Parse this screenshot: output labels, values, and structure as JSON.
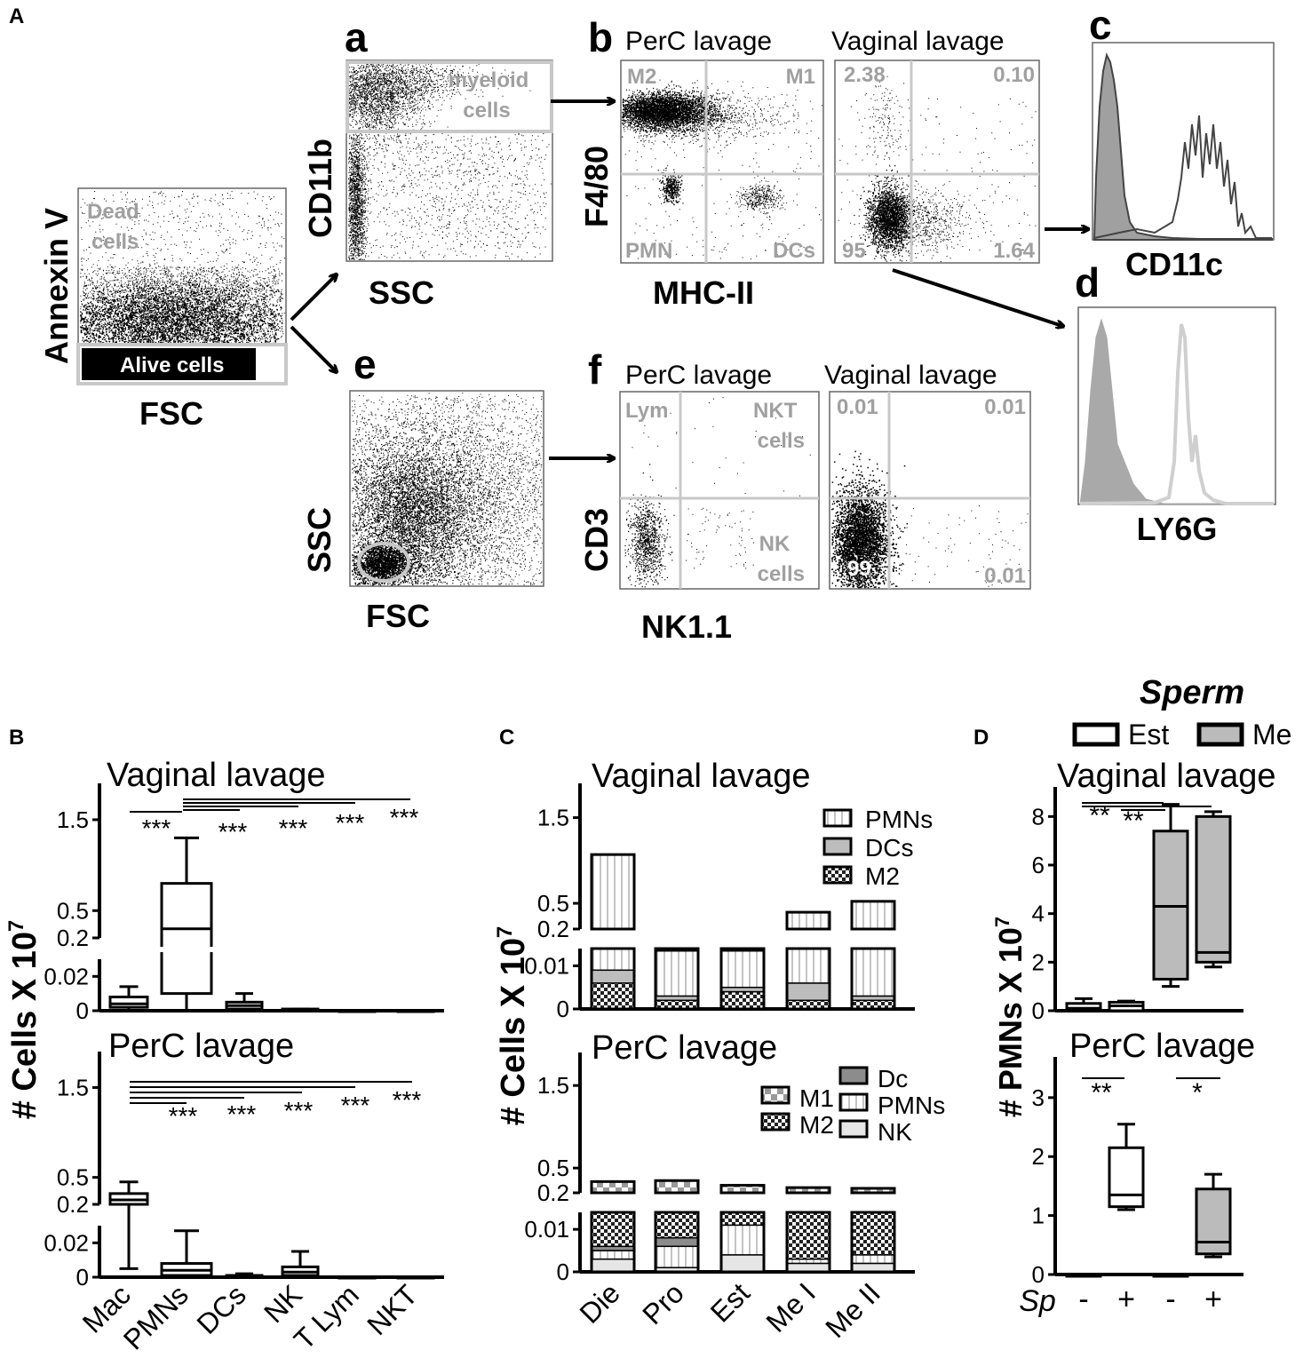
{
  "panel_letters": {
    "A": "A",
    "a": "a",
    "b": "b",
    "c": "c",
    "d": "d",
    "e": "e",
    "f": "f",
    "B": "B",
    "C": "C",
    "D": "D"
  },
  "flow": {
    "initial_plot": {
      "ylabel": "Annexin V",
      "xlabel": "FSC",
      "gate_dead": [
        "Dead",
        "cells"
      ],
      "gate_alive": "Alive cells"
    },
    "plot_a": {
      "ylabel": "CD11b",
      "xlabel": "SSC",
      "gate": [
        "myeloid",
        "cells"
      ]
    },
    "plot_b": {
      "left_title": "PerC lavage",
      "right_title": "Vaginal lavage",
      "ylabel": "F4/80",
      "xlabel": "MHC-II",
      "left_quadrants": [
        "M2",
        "M1",
        "PMN",
        "DCs"
      ],
      "right_quadrants": [
        "2.38",
        "0.10",
        "95",
        "1.64"
      ]
    },
    "plot_c": {
      "xlabel": "CD11c"
    },
    "plot_d": {
      "xlabel": "LY6G"
    },
    "plot_e": {
      "ylabel": "SSC",
      "xlabel": "FSC"
    },
    "plot_f": {
      "left_title": "PerC lavage",
      "right_title": "Vaginal lavage",
      "ylabel": "CD3",
      "xlabel": "NK1.1",
      "left_quadrants": [
        "Lym",
        "NKT cells",
        "NK cells"
      ],
      "right_quadrants": [
        "0.01",
        "0.01",
        "99",
        "0.01"
      ]
    }
  },
  "chart_data": [
    {
      "id": "B",
      "type": "box",
      "ylabel": "# Cells X 10",
      "ylabel_exponent": "7",
      "categories": [
        "Mac",
        "PMNs",
        "DCs",
        "NK",
        "T Lym",
        "NKT"
      ],
      "subplots": [
        {
          "title": "Vaginal lavage",
          "significance": [
            "***",
            "***",
            "***",
            "***",
            "***"
          ],
          "ticks": [
            "1.5",
            "0.5",
            "0.2",
            "0.02",
            "0"
          ],
          "boxes": [
            {
              "category": "Mac",
              "min": 0,
              "q1": 0.002,
              "median": 0.004,
              "q3": 0.008,
              "max": 0.014
            },
            {
              "category": "PMNs",
              "min": 0,
              "q1": 0.01,
              "median": 0.3,
              "q3": 0.8,
              "max": 1.3
            },
            {
              "category": "DCs",
              "min": 0,
              "q1": 0.001,
              "median": 0.003,
              "q3": 0.005,
              "max": 0.01
            },
            {
              "category": "NK",
              "min": 0,
              "q1": 0,
              "median": 0.0005,
              "q3": 0.001,
              "max": 0.001
            },
            {
              "category": "T Lym",
              "min": 0,
              "q1": 0,
              "median": 0,
              "q3": 0,
              "max": 0
            },
            {
              "category": "NKT",
              "min": 0,
              "q1": 0,
              "median": 0,
              "q3": 0,
              "max": 0
            }
          ]
        },
        {
          "title": "PerC lavage",
          "significance": [
            "***",
            "***",
            "***",
            "***",
            "***"
          ],
          "ticks": [
            "1.5",
            "0.5",
            "0.2",
            "0.02",
            "0"
          ],
          "boxes": [
            {
              "category": "Mac",
              "min": 0.005,
              "q1": 0.2,
              "median": 0.25,
              "q3": 0.32,
              "max": 0.45
            },
            {
              "category": "PMNs",
              "min": 0,
              "q1": 0.001,
              "median": 0.004,
              "q3": 0.008,
              "max": 0.027
            },
            {
              "category": "DCs",
              "min": 0,
              "q1": 0,
              "median": 0.001,
              "q3": 0.001,
              "max": 0.002
            },
            {
              "category": "NK",
              "min": 0,
              "q1": 0.001,
              "median": 0.003,
              "q3": 0.006,
              "max": 0.015
            },
            {
              "category": "T Lym",
              "min": 0,
              "q1": 0,
              "median": 0,
              "q3": 0,
              "max": 0
            },
            {
              "category": "NKT",
              "min": 0,
              "q1": 0,
              "median": 0,
              "q3": 0,
              "max": 0
            }
          ]
        }
      ]
    },
    {
      "id": "C",
      "type": "bar",
      "stacked": true,
      "ylabel": "# Cells X 10",
      "ylabel_exponent": "7",
      "categories": [
        "Die",
        "Pro",
        "Est",
        "Me I",
        "Me II"
      ],
      "subplots": [
        {
          "title": "Vaginal lavage",
          "ticks": [
            "1.5",
            "0.5",
            "0.2",
            "0.01",
            "0"
          ],
          "legend": [
            "PMNs",
            "DCs",
            "M2"
          ],
          "series": [
            {
              "name": "M2",
              "values": [
                0.006,
                0.002,
                0.004,
                0.002,
                0.002
              ]
            },
            {
              "name": "DCs",
              "values": [
                0.003,
                0.001,
                0.001,
                0.004,
                0.001
              ]
            },
            {
              "name": "PMNs",
              "values": [
                1.06,
                0.14,
                0.14,
                0.39,
                0.52
              ]
            }
          ]
        },
        {
          "title": "PerC lavage",
          "ticks": [
            "1.5",
            "0.5",
            "0.2",
            "0.01",
            "0"
          ],
          "legend": [
            "M1",
            "M2",
            "Dc",
            "PMNs",
            "NK"
          ],
          "series": [
            {
              "name": "NK",
              "values": [
                0.003,
                0.001,
                0.004,
                0.002,
                0.002
              ]
            },
            {
              "name": "PMNs",
              "values": [
                0.002,
                0.005,
                0.007,
                0.001,
                0.002
              ]
            },
            {
              "name": "Dc",
              "values": [
                0.001,
                0.002,
                0.0,
                0.0,
                0.0
              ]
            },
            {
              "name": "M2",
              "values": [
                0.16,
                0.16,
                0.14,
                0.15,
                0.14
              ]
            },
            {
              "name": "M1",
              "values": [
                0.17,
                0.18,
                0.14,
                0.11,
                0.11
              ]
            }
          ]
        }
      ]
    },
    {
      "id": "D",
      "type": "box",
      "ylabel": "# PMNs X 10",
      "ylabel_exponent": "7",
      "legend_title": "Sperm",
      "legend": [
        "Est",
        "Me"
      ],
      "xlabel": "Sp",
      "x_tick_labels": [
        "-",
        "+",
        "-",
        "+"
      ],
      "subplots": [
        {
          "title": "Vaginal lavage",
          "significance": [
            "**",
            "**"
          ],
          "ticks": [
            "8",
            "6",
            "4",
            "2",
            "0"
          ],
          "ylim": [
            0,
            9
          ],
          "boxes": [
            {
              "group": "Est",
              "sp": "-",
              "min": 0,
              "q1": 0,
              "median": 0.1,
              "q3": 0.3,
              "max": 0.5
            },
            {
              "group": "Est",
              "sp": "+",
              "min": 0,
              "q1": 0,
              "median": 0.2,
              "q3": 0.35,
              "max": 0.4
            },
            {
              "group": "Me",
              "sp": "-",
              "min": 1.0,
              "q1": 1.3,
              "median": 4.3,
              "q3": 7.4,
              "max": 8.5
            },
            {
              "group": "Me",
              "sp": "+",
              "min": 1.8,
              "q1": 2.0,
              "median": 2.4,
              "q3": 8.0,
              "max": 8.2
            }
          ]
        },
        {
          "title": "PerC lavage",
          "significance": [
            "**",
            "*"
          ],
          "ticks": [
            "3",
            "2",
            "1",
            "0"
          ],
          "ylim": [
            0,
            3.6
          ],
          "boxes": [
            {
              "group": "Est",
              "sp": "-",
              "min": 0,
              "q1": 0,
              "median": 0,
              "q3": 0,
              "max": 0
            },
            {
              "group": "Est",
              "sp": "+",
              "min": 1.1,
              "q1": 1.15,
              "median": 1.35,
              "q3": 2.15,
              "max": 2.55
            },
            {
              "group": "Me",
              "sp": "-",
              "min": 0,
              "q1": 0,
              "median": 0,
              "q3": 0,
              "max": 0
            },
            {
              "group": "Me",
              "sp": "+",
              "min": 0.3,
              "q1": 0.35,
              "median": 0.55,
              "q3": 1.45,
              "max": 1.7
            }
          ]
        }
      ]
    }
  ]
}
